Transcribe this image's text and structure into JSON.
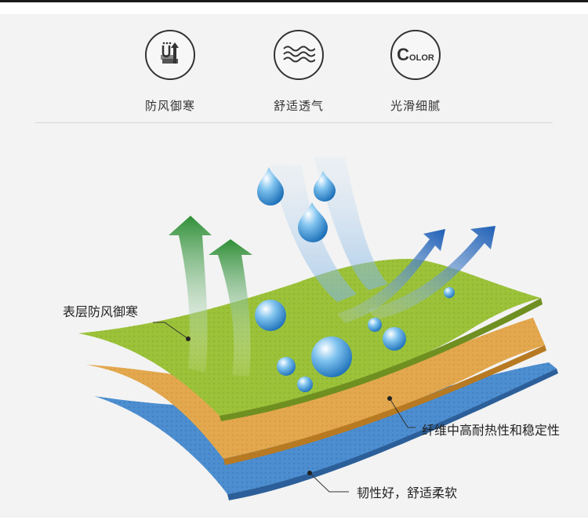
{
  "features": [
    {
      "icon": "layered-arrow-up-icon",
      "label": "防风御寒"
    },
    {
      "icon": "waves-icon",
      "label": "舒适透气"
    },
    {
      "icon": "color-icon",
      "label": "光滑细腻",
      "icon_text": "COLOR"
    }
  ],
  "callouts": {
    "top_layer": "表层防风御寒",
    "middle_layer": "纤维中高耐热性和稳定性",
    "bottom_layer": "韧性好，舒适柔软"
  },
  "colors": {
    "green_layer": "#9cc23a",
    "orange_layer": "#e3a84e",
    "blue_layer": "#4d8ed0",
    "arrow_green": "#3c9a3f",
    "arrow_blue": "#2c6fc2"
  }
}
